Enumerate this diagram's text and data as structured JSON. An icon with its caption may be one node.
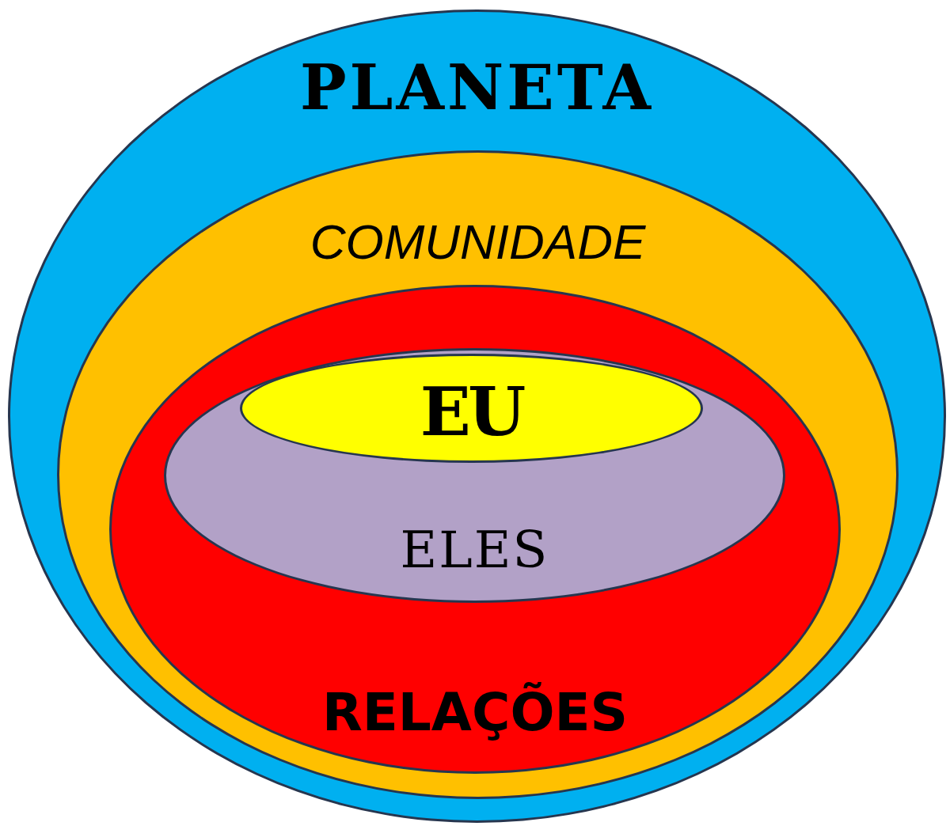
{
  "diagram": {
    "nodes": [
      {
        "text": [
          "PLANETA"
        ]
      },
      {
        "text": [
          "COMUNIDADE"
        ],
        "in": 0
      },
      {
        "text": [
          "RELAÇÕES"
        ],
        "in": 1
      },
      {
        "text": [
          "ELES"
        ],
        "in": 2
      },
      {
        "text": [
          "EU"
        ],
        "in": 3
      }
    ]
  }
}
